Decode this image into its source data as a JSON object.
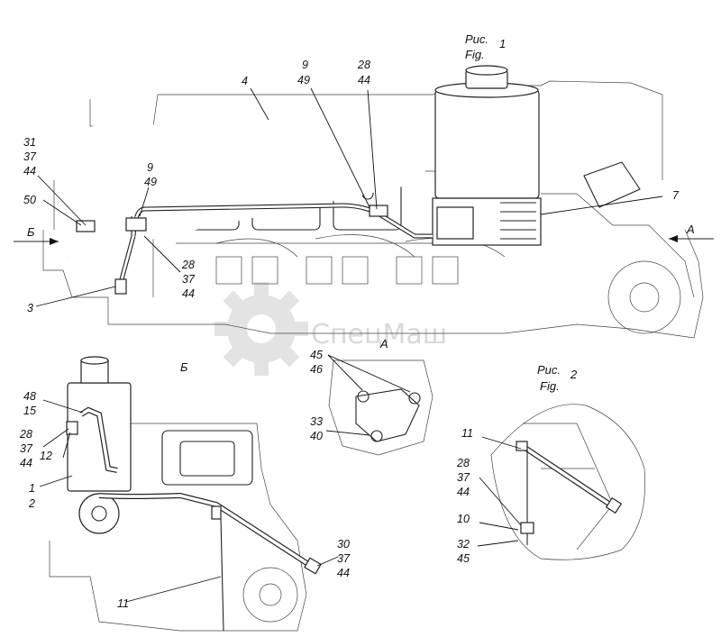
{
  "figures": {
    "fig1": {
      "title_ru": "Рис.",
      "title_num": "1",
      "title_en": "Fig."
    },
    "fig2": {
      "title_ru": "Рис.",
      "title_num": "2",
      "title_en": "Fig."
    }
  },
  "views": {
    "b_left": "Б",
    "a_right": "А",
    "b_detail": "Б",
    "a_detail": "А"
  },
  "watermark": "СпецМаш",
  "callouts": {
    "c4": "4",
    "c9_49_top": [
      "9",
      "49"
    ],
    "c28_44_top": [
      "28",
      "44"
    ],
    "c31_37_44": [
      "31",
      "37",
      "44"
    ],
    "c50": "50",
    "c9_49_mid": [
      "9",
      "49"
    ],
    "c28_37_44_mid": [
      "28",
      "37",
      "44"
    ],
    "c3": "3",
    "c7": "7",
    "c45_46": [
      "45",
      "46"
    ],
    "c33_40": [
      "33",
      "40"
    ],
    "c48_15": [
      "48",
      "15"
    ],
    "c28_37_44_left": [
      "28",
      "37",
      "44"
    ],
    "c12": "12",
    "c1_2": [
      "1",
      "2"
    ],
    "c30_37_44": [
      "30",
      "37",
      "44"
    ],
    "c11_bottom": "11",
    "c11_fig2": "11",
    "c28_37_44_fig2": [
      "28",
      "37",
      "44"
    ],
    "c10": "10",
    "c32_45": [
      "32",
      "45"
    ]
  }
}
